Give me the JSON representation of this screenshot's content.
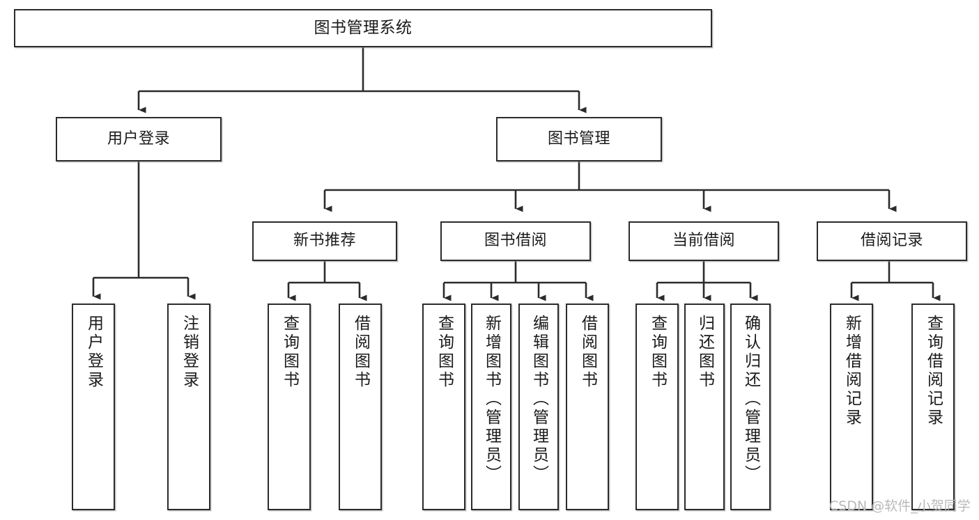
{
  "diagram": {
    "type": "tree-hierarchy",
    "title": "图书管理系统",
    "watermark": "CSDN @软件_小贺同学",
    "colors": {
      "background": "#ffffff",
      "box_border": "#2b2b2b",
      "box_fill": "#ffffff",
      "connector": "#2b2b2b",
      "text": "#1a1a1a",
      "watermark": "#b9b9b9"
    },
    "levels": {
      "root": {
        "label": "图书管理系统"
      },
      "level2": [
        {
          "id": "user-login",
          "label": "用户登录"
        },
        {
          "id": "book-management",
          "label": "图书管理"
        }
      ],
      "level3": [
        {
          "id": "new-book-recommend",
          "label": "新书推荐",
          "parent": "book-management"
        },
        {
          "id": "book-borrow",
          "label": "图书借阅",
          "parent": "book-management"
        },
        {
          "id": "current-borrow",
          "label": "当前借阅",
          "parent": "book-management"
        },
        {
          "id": "borrow-record",
          "label": "借阅记录",
          "parent": "book-management"
        }
      ],
      "leaves": [
        {
          "id": "leaf-user-login",
          "label": "用户登录",
          "parent": "user-login"
        },
        {
          "id": "leaf-logout-login",
          "label": "注销登录",
          "parent": "user-login"
        },
        {
          "id": "leaf-query-book-1",
          "label": "查询图书",
          "parent": "new-book-recommend"
        },
        {
          "id": "leaf-borrow-book-1",
          "label": "借阅图书",
          "parent": "new-book-recommend"
        },
        {
          "id": "leaf-query-book-2",
          "label": "查询图书",
          "parent": "book-borrow"
        },
        {
          "id": "leaf-add-book",
          "label": "新增图书（管理员）",
          "parent": "book-borrow"
        },
        {
          "id": "leaf-edit-book",
          "label": "编辑图书（管理员）",
          "parent": "book-borrow"
        },
        {
          "id": "leaf-borrow-book-2",
          "label": "借阅图书",
          "parent": "book-borrow"
        },
        {
          "id": "leaf-query-book-3",
          "label": "查询图书",
          "parent": "current-borrow"
        },
        {
          "id": "leaf-return-book",
          "label": "归还图书",
          "parent": "current-borrow"
        },
        {
          "id": "leaf-confirm-return",
          "label": "确认归还（管理员）",
          "parent": "current-borrow"
        },
        {
          "id": "leaf-add-record",
          "label": "新增借阅记录",
          "parent": "borrow-record"
        },
        {
          "id": "leaf-query-record",
          "label": "查询借阅记录",
          "parent": "borrow-record"
        }
      ]
    }
  }
}
